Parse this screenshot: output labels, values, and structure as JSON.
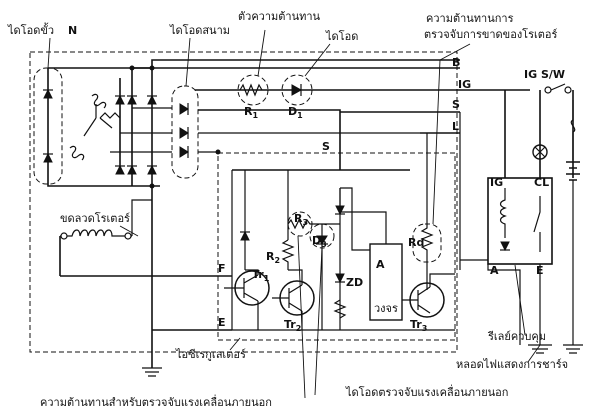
{
  "diagram": {
    "labels": {
      "stator_diode_n": "ไดโอดขั้ว N",
      "field_diode": "ไดโอดสนาม",
      "resistor": "ตัวความต้านทาน",
      "diode": "ไดโอด",
      "rotor_break_resistor": "ความต้านทานการ\nตรวจจับการขาดของโรเตอร์",
      "rotor_coil": "ขดลวดโรเตอร์",
      "ic_regulator": "ไอซีเรกูเลเตอร์",
      "control_relay": "รีเลย์ควบคุม",
      "charge_lamp": "หลอดไฟแสดงการชาร์จ",
      "ext_sense_resistor": "ความต้านทานสำหรับตรวจจับแรงเคลื่อนภายนอก",
      "ext_sense_diode": "ไดโอดตรวจจับแรงเคลื่อนภายนอก",
      "n_terminal": "N"
    },
    "terminals": {
      "B": "B",
      "IG": "IG",
      "S": "S",
      "L": "L",
      "S_inner": "S",
      "F": "F",
      "E": "E",
      "ig_sw": "IG S/W",
      "relay_ig": "IG",
      "relay_cl": "CL",
      "relay_a": "A",
      "relay_e": "E"
    },
    "components": {
      "R1": "R",
      "R1_sub": "1",
      "D1": "D",
      "D1_sub": "1",
      "R2": "R",
      "R2_sub": "2",
      "R3": "R",
      "R3_sub": "3",
      "D3": "D",
      "D3_sub": "3",
      "ZD": "ZD",
      "Rd": "Rd",
      "A": "A",
      "circuit": "วงจร",
      "Tr1": "Tr",
      "Tr1_sub": "1",
      "Tr2": "Tr",
      "Tr2_sub": "2",
      "Tr3": "Tr",
      "Tr3_sub": "3"
    }
  }
}
